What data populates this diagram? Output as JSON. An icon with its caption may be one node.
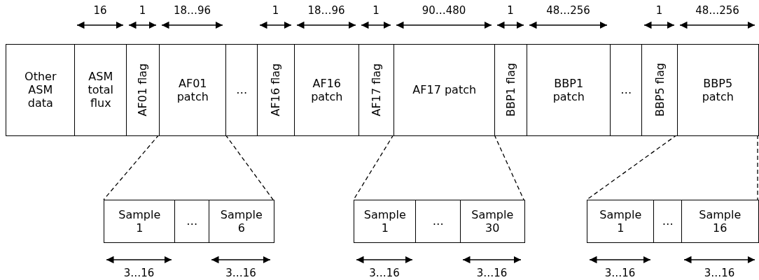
{
  "diagram": {
    "nodes": [
      {
        "text": [
          "Other ASM data"
        ]
      },
      {
        "text": [
          "ASM total flux"
        ]
      },
      {
        "text": [
          "AF01 flag"
        ]
      },
      {
        "text": [
          "AF01 patch"
        ]
      },
      {
        "text": [
          "…"
        ]
      },
      {
        "text": [
          "AF16 flag"
        ]
      },
      {
        "text": [
          "AF16 patch"
        ]
      },
      {
        "text": [
          "AF17 flag"
        ]
      },
      {
        "text": [
          "AF17 patch"
        ]
      },
      {
        "text": [
          "BBP1 flag"
        ]
      },
      {
        "text": [
          "BBP1 patch"
        ]
      },
      {
        "text": [
          "…"
        ]
      },
      {
        "text": [
          "BBP5 flag"
        ]
      },
      {
        "text": [
          "BBP5 patch"
        ]
      },
      {
        "text": [
          "Sample 1"
        ]
      },
      {
        "text": [
          "…"
        ]
      },
      {
        "text": [
          "Sample 6"
        ]
      },
      {
        "text": [
          "Sample 1"
        ]
      },
      {
        "text": [
          "…"
        ]
      },
      {
        "text": [
          "Sample 30"
        ]
      },
      {
        "text": [
          "Sample 1"
        ]
      },
      {
        "text": [
          "…"
        ]
      },
      {
        "text": [
          "Sample 16"
        ]
      }
    ],
    "edges": [
      {
        "from": 3,
        "to": 14,
        "arrow": "none",
        "style": "dashed"
      },
      {
        "from": 3,
        "to": 16,
        "arrow": "none",
        "style": "dashed"
      },
      {
        "from": 8,
        "to": 17,
        "arrow": "none",
        "style": "dashed"
      },
      {
        "from": 8,
        "to": 19,
        "arrow": "none",
        "style": "dashed"
      },
      {
        "from": 13,
        "to": 20,
        "arrow": "none",
        "style": "dashed"
      },
      {
        "from": 13,
        "to": 22,
        "arrow": "none",
        "style": "dashed"
      }
    ],
    "labels": [
      "16",
      "1",
      "18…96",
      "1",
      "18…96",
      "1",
      "90…480",
      "1",
      "48…256",
      "1",
      "48…256",
      "3…16",
      "3…16",
      "3…16",
      "3…16",
      "3…16",
      "3…16"
    ]
  }
}
